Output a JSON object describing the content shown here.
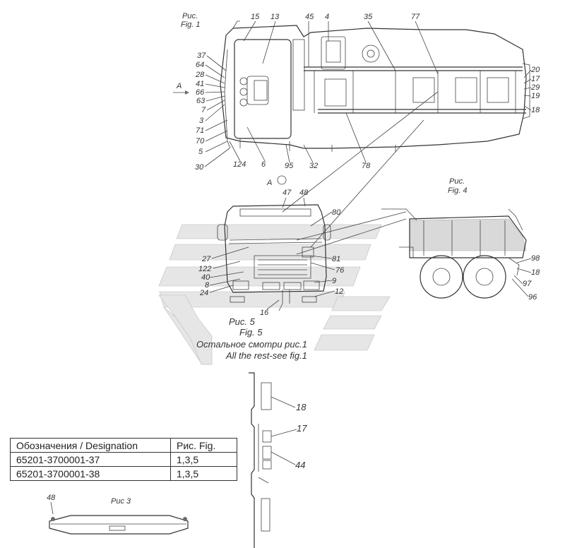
{
  "figures": {
    "fig1": {
      "ru": "Рис.",
      "num": "Fig. 1"
    },
    "fig4": {
      "ru": "Рис.",
      "num": "Fig. 4"
    },
    "fig5": {
      "ru": "Рис. 5",
      "num": "Fig. 5",
      "note_ru": "Остальное смотри рис.1",
      "note_en": "All the rest-see fig.1"
    },
    "fig3": {
      "label": "Рис 3"
    }
  },
  "view_marker": "A",
  "callouts": {
    "fig1_top": [
      "15",
      "13",
      "45",
      "4",
      "35",
      "77"
    ],
    "fig1_left": [
      "37",
      "64",
      "28",
      "41",
      "66",
      "63",
      "7",
      "3",
      "71",
      "70",
      "5"
    ],
    "fig1_bottom": [
      "30",
      "124",
      "6",
      "95",
      "32",
      "78"
    ],
    "fig1_right": [
      "20",
      "17",
      "29",
      "19",
      "18"
    ],
    "fig5": [
      "47",
      "48",
      "80",
      "27",
      "122",
      "40",
      "8",
      "24",
      "81",
      "76",
      "9",
      "12",
      "16"
    ],
    "fig4": [
      "98",
      "18",
      "97",
      "96"
    ],
    "fig2": [
      "18",
      "17",
      "44"
    ],
    "fig3": [
      "48"
    ]
  },
  "table": {
    "headers": [
      "Обозначения / Designation",
      "Рис. Fig."
    ],
    "rows": [
      [
        "65201-3700001-37",
        "1,3,5"
      ],
      [
        "65201-3700001-38",
        "1,3,5"
      ]
    ]
  }
}
